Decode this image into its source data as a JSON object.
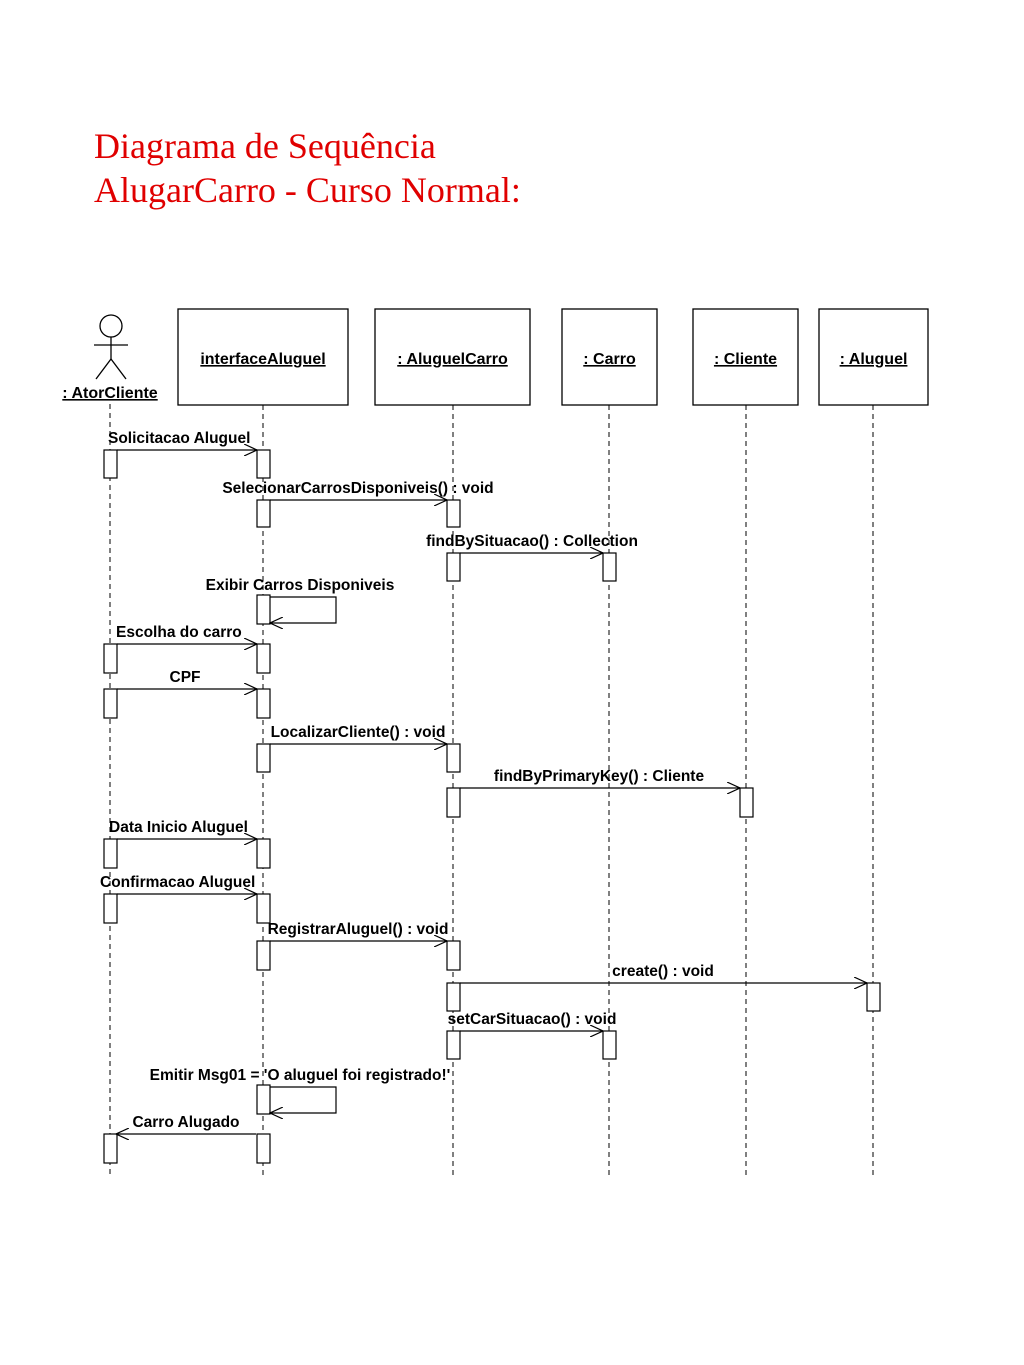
{
  "title": {
    "line1": "Diagrama de Sequência",
    "line2": "AlugarCarro - Curso Normal:"
  },
  "actor": {
    "label": ": AtorCliente"
  },
  "objects": [
    {
      "id": "interfaceAluguel",
      "label": "interfaceAluguel"
    },
    {
      "id": "AluguelCarro",
      "label": ": AluguelCarro"
    },
    {
      "id": "Carro",
      "label": ": Carro"
    },
    {
      "id": "Cliente",
      "label": ": Cliente"
    },
    {
      "id": "Aluguel",
      "label": ": Aluguel"
    }
  ],
  "messages": [
    {
      "from": "actor",
      "to": "interfaceAluguel",
      "label": "Solicitacao Aluguel"
    },
    {
      "from": "interfaceAluguel",
      "to": "AluguelCarro",
      "label": "SelecionarCarrosDisponiveis() : void"
    },
    {
      "from": "AluguelCarro",
      "to": "Carro",
      "label": "findBySituacao() : Collection"
    },
    {
      "from": "interfaceAluguel",
      "to": "interfaceAluguel",
      "label": "Exibir Carros Disponiveis"
    },
    {
      "from": "actor",
      "to": "interfaceAluguel",
      "label": "Escolha do carro"
    },
    {
      "from": "actor",
      "to": "interfaceAluguel",
      "label": "CPF"
    },
    {
      "from": "interfaceAluguel",
      "to": "AluguelCarro",
      "label": "LocalizarCliente() : void"
    },
    {
      "from": "AluguelCarro",
      "to": "Cliente",
      "label": "findByPrimaryKey() : Cliente"
    },
    {
      "from": "actor",
      "to": "interfaceAluguel",
      "label": "Data Inicio Aluguel"
    },
    {
      "from": "actor",
      "to": "interfaceAluguel",
      "label": "Confirmacao Aluguel"
    },
    {
      "from": "interfaceAluguel",
      "to": "AluguelCarro",
      "label": "RegistrarAluguel() : void"
    },
    {
      "from": "AluguelCarro",
      "to": "Aluguel",
      "label": "create() : void"
    },
    {
      "from": "AluguelCarro",
      "to": "Carro",
      "label": "setCarSituacao() : void"
    },
    {
      "from": "interfaceAluguel",
      "to": "interfaceAluguel",
      "label": "Emitir Msg01 = 'O aluguel foi registrado!'"
    },
    {
      "from": "interfaceAluguel",
      "to": "actor",
      "label": "Carro Alugado"
    }
  ]
}
